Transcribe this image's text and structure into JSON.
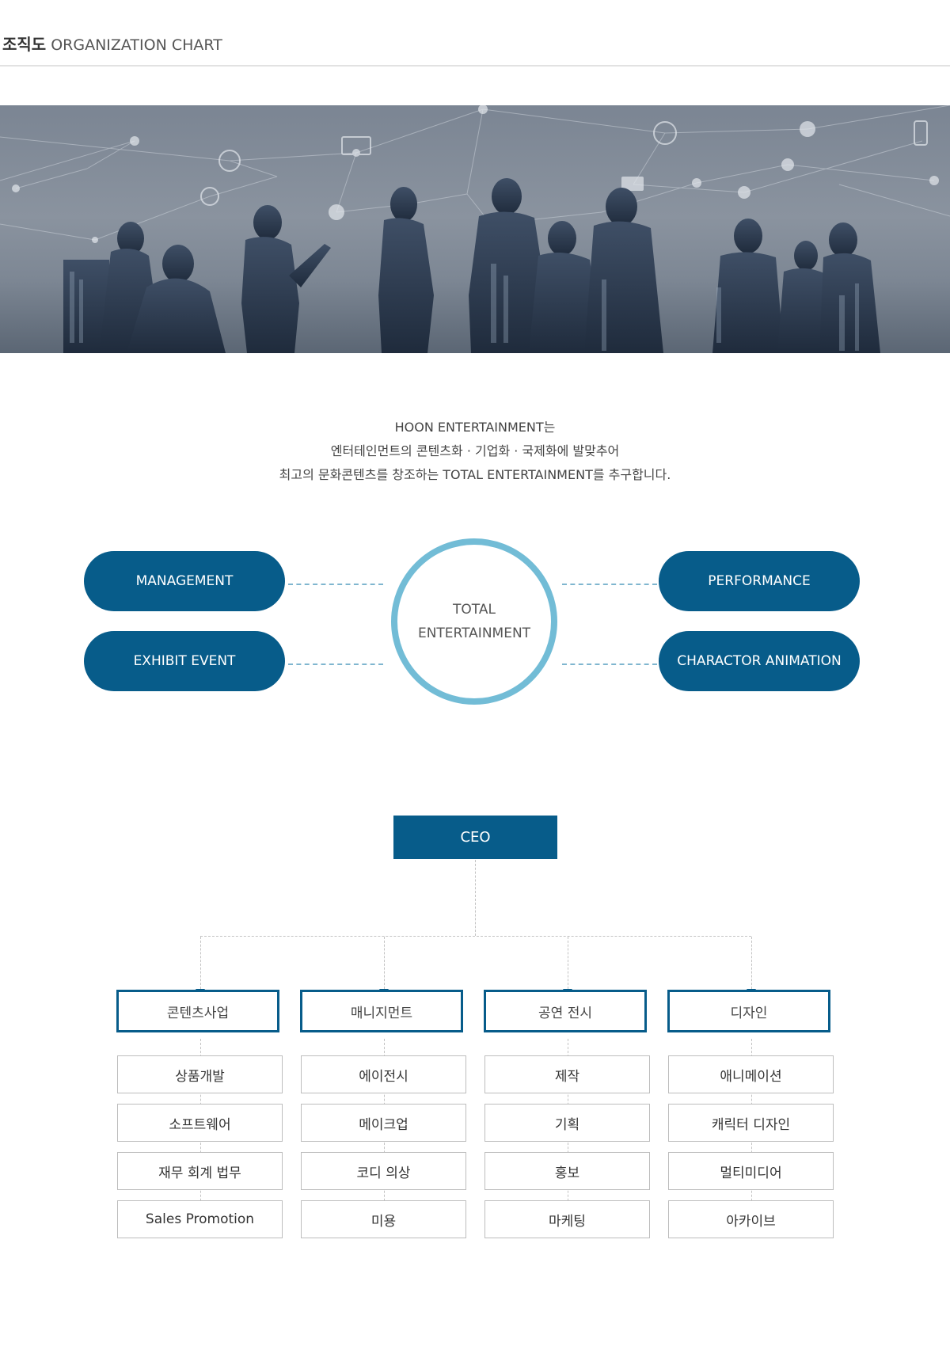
{
  "header": {
    "title_ko": "조직도",
    "title_en": "ORGANIZATION CHART"
  },
  "intro": {
    "lines": [
      "HOON ENTERTAINMENT는",
      "엔터테인먼트의 콘텐츠화 · 기업화 · 국제화에 발맞추어",
      "최고의 문화콘텐츠를 창조하는 TOTAL ENTERTAINMENT를 추구합니다."
    ]
  },
  "center": {
    "line1": "TOTAL",
    "line2": "ENTERTAINMENT"
  },
  "pillars": {
    "left": [
      "MANAGEMENT",
      "EXHIBIT EVENT"
    ],
    "right": [
      "PERFORMANCE",
      "CHARACTOR ANIMATION"
    ]
  },
  "colors": {
    "primary": "#075c8a",
    "ring": "#72bcd6",
    "dash": "#7fb6cf",
    "sub_border": "#bdbdbd"
  },
  "org": {
    "ceo": "CEO",
    "departments": [
      {
        "name": "콘텐츠사업",
        "teams": [
          "상품개발",
          "소프트웨어",
          "재무 회계 법무",
          "Sales Promotion"
        ]
      },
      {
        "name": "매니지먼트",
        "teams": [
          "에이전시",
          "메이크업",
          "코디 의상",
          "미용"
        ]
      },
      {
        "name": "공연 전시",
        "teams": [
          "제작",
          "기획",
          "홍보",
          "마케팅"
        ]
      },
      {
        "name": "디자인",
        "teams": [
          "애니메이션",
          "캐릭터 디자인",
          "멀티미디어",
          "아카이브"
        ]
      }
    ]
  }
}
